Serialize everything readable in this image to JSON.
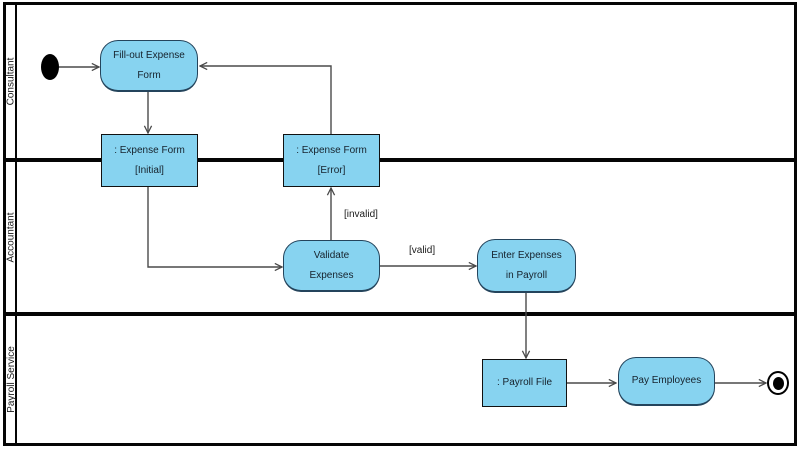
{
  "colors": {
    "node_fill": "#87D3F0",
    "action_border": "#24445C",
    "object_border": "#111111",
    "edge_color": "#4A4A4A",
    "frame_color": "#050505",
    "text_color": "#16222C",
    "label_color": "#1A1A1A"
  },
  "lanes": [
    {
      "label": "Consultant"
    },
    {
      "label": "Accountant"
    },
    {
      "label": "Payroll Service"
    }
  ],
  "nodes": {
    "start_node": {
      "type": "initial-node"
    },
    "fill_out_expense_form": {
      "type": "action",
      "lines": [
        "Fill-out Expense",
        "Form"
      ]
    },
    "expense_form_initial": {
      "type": "object",
      "lines": [
        ": Expense Form",
        "[Initial]"
      ]
    },
    "expense_form_error": {
      "type": "object",
      "lines": [
        ": Expense Form",
        "[Error]"
      ]
    },
    "validate_expenses": {
      "type": "action",
      "lines": [
        "Validate",
        "Expenses"
      ]
    },
    "enter_expenses_in_payroll": {
      "type": "action",
      "lines": [
        "Enter Expenses",
        "in Payroll"
      ]
    },
    "payroll_file": {
      "type": "object",
      "lines": [
        ": Payroll File"
      ]
    },
    "pay_employees": {
      "type": "action",
      "lines": [
        "Pay Employees"
      ]
    },
    "final_node": {
      "type": "activity-final-node"
    }
  },
  "edge_labels": {
    "invalid": "[invalid]",
    "valid": "[valid]"
  }
}
